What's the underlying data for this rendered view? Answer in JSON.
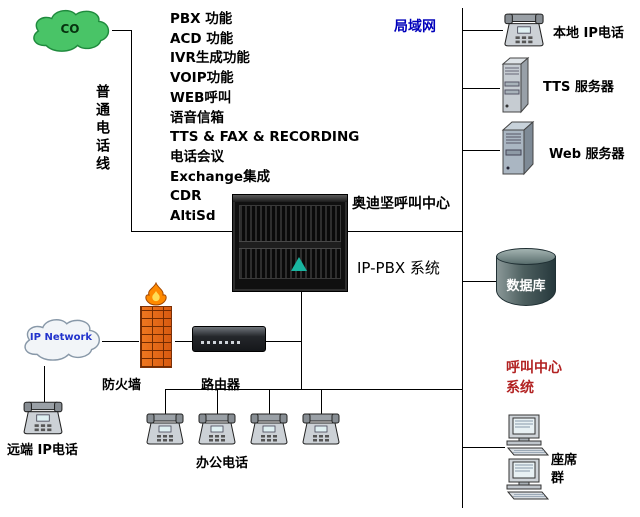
{
  "diagram": {
    "co_cloud": "CO",
    "ip_cloud": "IP Network",
    "vertical_line_label": "普通电话线",
    "features": [
      "PBX 功能",
      "ACD 功能",
      "IVR生成功能",
      "VOIP功能",
      "WEB呼叫",
      "语音信箱",
      "TTS & FAX & RECORDING",
      "电话会议",
      "Exchange集成",
      "CDR",
      "AltiSd"
    ],
    "lan_label": "局域网",
    "local_ip_phone": "本地 IP电话",
    "tts_server": "TTS 服务器",
    "web_server": "Web 服务器",
    "center_title": "奥迪坚呼叫中心",
    "ippbx_label": "IP-PBX 系统",
    "database": "数据库",
    "firewall": "防火墙",
    "router": "路由器",
    "office_phones": "办公电话",
    "remote_ip_phone": "远端 IP电话",
    "cc_system": {
      "line1": "呼叫中心",
      "line2": "系统"
    },
    "agents": {
      "line1": "座席",
      "line2": "群"
    },
    "colors": {
      "lan_label": "#0000bb",
      "cc_system_label": "#b22222",
      "co_cloud_fill": "#49c467",
      "firewall_brick": "#e06418",
      "pbx_body": "#101010",
      "line": "#000000"
    }
  }
}
